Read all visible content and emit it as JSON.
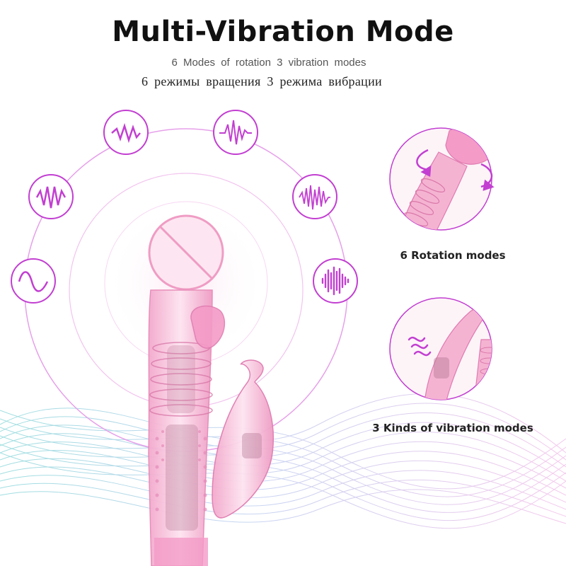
{
  "header": {
    "title": "Multi-Vibration Mode",
    "subtitle_en": "6 Modes of rotation 3 vibration modes",
    "subtitle_ru": "6 режимы вращения 3 режима вибрации"
  },
  "features": [
    {
      "caption": "6 Rotation modes",
      "icon": "rotation-arrows-icon"
    },
    {
      "caption": "3 Kinds of vibration modes",
      "icon": "vibration-waves-icon"
    }
  ],
  "pattern_icons": [
    "zigzag-wave-icon",
    "heartbeat-pulse-icon",
    "dense-pulse-icon",
    "spike-wave-icon",
    "sine-wave-icon",
    "soundwave-bars-icon"
  ],
  "colors": {
    "accent": "#c23fd1",
    "pink": "#f6a9cf",
    "ring": "#e18ee8",
    "teal": "#8fd6d9"
  }
}
